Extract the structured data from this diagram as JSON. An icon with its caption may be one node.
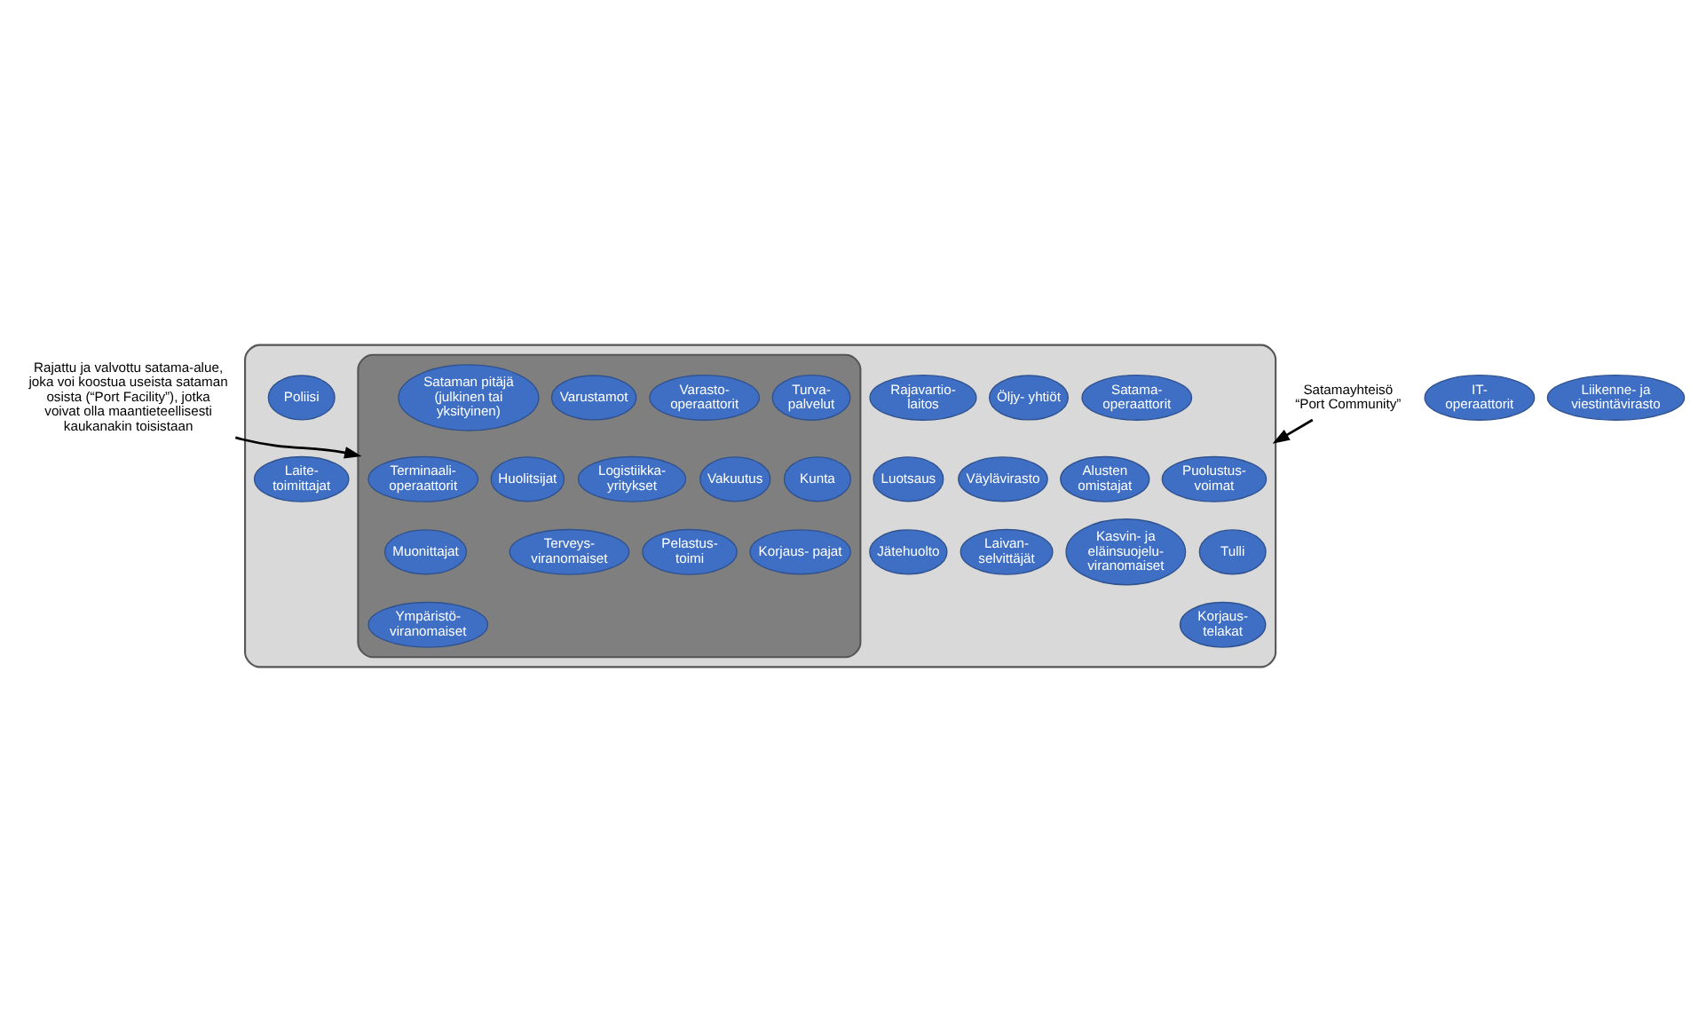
{
  "diagram": {
    "nodes": [
      {
        "text": [
          "Rajattu ja valvottu satama-alue, joka voi koostua useista sataman osista (“Port Facility”), jotka voivat olla maantieteellisesti kaukanakin toisistaan"
        ]
      },
      {
        "text": [],
        "shape": "region"
      },
      {
        "text": [],
        "shape": "region",
        "in": 1
      },
      {
        "text": [
          "Puolustus- voimat"
        ],
        "in": 1
      },
      {
        "text": [
          "Satama- operaattorit"
        ],
        "in": 1
      },
      {
        "text": [
          "Öljy- yhtiöt"
        ],
        "in": 1
      },
      {
        "text": [
          "Rajavartio- laitos"
        ],
        "in": 1
      },
      {
        "text": [
          "Poliisi"
        ],
        "in": 1
      },
      {
        "text": [
          "Terminaali- operaattorit"
        ],
        "in": 2
      },
      {
        "text": [
          "Turva- palvelut"
        ],
        "in": 2
      },
      {
        "text": [
          "Varasto- operaattorit"
        ],
        "in": 2
      },
      {
        "text": [
          "Tulli"
        ],
        "in": 1
      },
      {
        "text": [
          "Alusten omistajat"
        ],
        "in": 1
      },
      {
        "text": [
          "Varustamot"
        ],
        "in": 2
      },
      {
        "text": [
          "Sataman pitäjä (julkinen tai yksityinen)"
        ],
        "in": 2
      },
      {
        "text": [
          "Väylävirasto"
        ],
        "in": 1
      },
      {
        "text": [
          "Muonittajat"
        ],
        "in": 2
      },
      {
        "text": [
          "Kunta"
        ],
        "in": 2
      },
      {
        "text": [
          "IT- operaattorit"
        ]
      },
      {
        "text": [
          "Liikenne- ja viestintävirasto"
        ]
      },
      {
        "text": [
          "Vakuutus"
        ],
        "in": 2
      },
      {
        "text": [
          "Logistiikka- yritykset"
        ],
        "in": 2
      },
      {
        "text": [
          "Huolitsijat"
        ],
        "in": 2
      },
      {
        "text": [
          "Ympäristö- viranomaiset"
        ],
        "in": 2
      },
      {
        "text": [
          "Korjaus- pajat"
        ],
        "in": 2
      },
      {
        "text": [
          "Luotsaus"
        ],
        "in": 1
      },
      {
        "text": [
          "Satamayhteisö “Port Community”"
        ]
      },
      {
        "text": [
          "Laite- toimittajat"
        ],
        "in": 1
      },
      {
        "text": [
          "Pelastus- toimi"
        ],
        "in": 2
      },
      {
        "text": [
          "Terveys- viranomaiset"
        ],
        "in": 2
      },
      {
        "text": [
          "Korjaus- telakat"
        ],
        "in": 1
      },
      {
        "text": [
          "Kasvin- ja eläinsuojelu- viranomaiset"
        ],
        "in": 1
      },
      {
        "text": [
          "Laivan- selvittäjät"
        ],
        "in": 1
      },
      {
        "text": [
          "Jätehuolto"
        ],
        "in": 1
      }
    ],
    "edges": [
      {
        "from": 0,
        "to": 2,
        "arrow": "to"
      },
      {
        "from": 26,
        "to": 1,
        "arrow": "to"
      }
    ]
  }
}
